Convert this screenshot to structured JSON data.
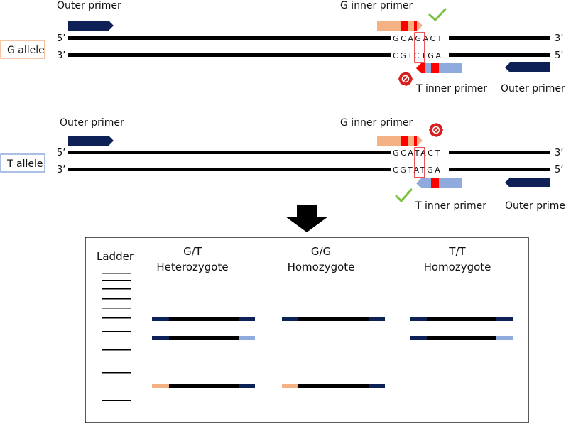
{
  "colors": {
    "dark_navy": "#0e2156",
    "orange": "#f4b183",
    "light_blue": "#8faadc",
    "red": "#ff0000",
    "green_check": "#7bc143",
    "g_allele_border": "#f4b183",
    "t_allele_border": "#8faadc"
  },
  "g_section": {
    "allele_label": "G allele",
    "outer_primer_left": "Outer primer",
    "inner_primer_top": "G inner primer",
    "inner_primer_bottom": "T inner primer",
    "outer_primer_right": "Outer primer",
    "top_strand_5": "5’",
    "top_strand_3": "3’",
    "bottom_strand_3": "3’",
    "bottom_strand_5": "5’",
    "top_seq": "GCAGACT",
    "bottom_seq": "CGTCTGA",
    "top_outcome_icon": "checkmark-icon",
    "bottom_outcome_icon": "prohibited-icon"
  },
  "t_section": {
    "allele_label": "T allele",
    "outer_primer_left": "Outer primer",
    "inner_primer_top": "G inner primer",
    "inner_primer_bottom": "T inner primer",
    "outer_primer_right": "Outer primer",
    "top_strand_5": "5’",
    "top_strand_3": "3’",
    "bottom_strand_3": "3’",
    "bottom_strand_5": "5’",
    "top_seq": "GCATACT",
    "bottom_seq": "CGTATGA",
    "top_outcome_icon": "prohibited-icon",
    "bottom_outcome_icon": "checkmark-icon"
  },
  "gel": {
    "ladder_label": "Ladder",
    "lanes": [
      {
        "line1": "G/T",
        "line2": "Heterozygote"
      },
      {
        "line1": "G/G",
        "line2": "Homozygote"
      },
      {
        "line1": "T/T",
        "line2": "Homozygote"
      }
    ]
  }
}
